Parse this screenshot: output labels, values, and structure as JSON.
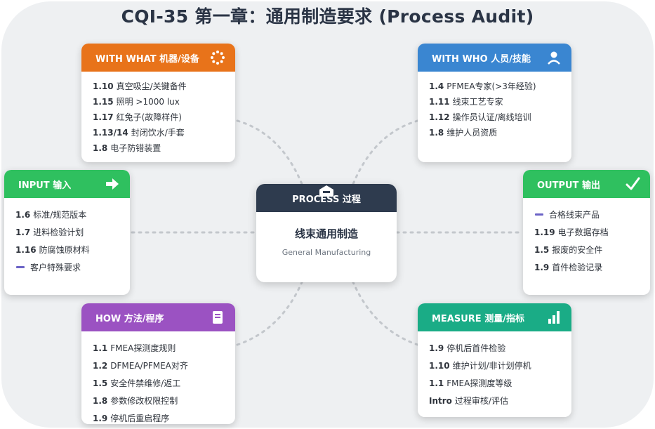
{
  "title": "CQI-35 第一章：通用制造要求 (Process Audit)",
  "center": {
    "header": "PROCESS 过程",
    "title": "线束通用制造",
    "subtitle": "General Manufacturing"
  },
  "with_what": {
    "header": "WITH WHAT 机器/设备",
    "icon": "loading-circle-icon",
    "items": [
      {
        "code": "1.10",
        "text": "真空吸尘/关键备件"
      },
      {
        "code": "1.15",
        "text": "照明 >1000 lux"
      },
      {
        "code": "1.17",
        "text": "红兔子(故障样件)"
      },
      {
        "code": "1.13/14",
        "text": "封闭饮水/手套"
      },
      {
        "code": "1.8",
        "text": "电子防错装置"
      }
    ]
  },
  "with_who": {
    "header": "WITH WHO 人员/技能",
    "icon": "person-icon",
    "items": [
      {
        "code": "1.4",
        "text": "PFMEA专家(>3年经验)"
      },
      {
        "code": "1.11",
        "text": "线束工艺专家"
      },
      {
        "code": "1.12",
        "text": "操作员认证/离线培训"
      },
      {
        "code": "1.8",
        "text": "维护人员资质"
      }
    ]
  },
  "input": {
    "header": "INPUT 输入",
    "icon": "arrow-right-icon",
    "items": [
      {
        "code": "1.6",
        "text": "标准/规范版本"
      },
      {
        "code": "1.7",
        "text": "进料检验计划"
      },
      {
        "code": "1.16",
        "text": "防腐蚀原材料"
      },
      {
        "code": "",
        "text": "客户特殊要求"
      }
    ]
  },
  "output": {
    "header": "OUTPUT 输出",
    "icon": "checkmark-icon",
    "items": [
      {
        "code": "",
        "text": "合格线束产品"
      },
      {
        "code": "1.19",
        "text": "电子数据存档"
      },
      {
        "code": "1.5",
        "text": "报废的安全件"
      },
      {
        "code": "1.9",
        "text": "首件检验记录"
      }
    ]
  },
  "how": {
    "header": "HOW 方法/程序",
    "icon": "clipboard-icon",
    "items": [
      {
        "code": "1.1",
        "text": "FMEA探测度规则"
      },
      {
        "code": "1.2",
        "text": "DFMEA/PFMEA对齐"
      },
      {
        "code": "1.5",
        "text": "安全件禁维修/返工"
      },
      {
        "code": "1.8",
        "text": "参数修改权限控制"
      },
      {
        "code": "1.9",
        "text": "停机后重启程序"
      }
    ]
  },
  "measure": {
    "header": "MEASURE 测量/指标",
    "icon": "bar-chart-icon",
    "items": [
      {
        "code": "1.9",
        "text": "停机后首件检验"
      },
      {
        "code": "1.10",
        "text": "维护计划/非计划停机"
      },
      {
        "code": "1.1",
        "text": "FMEA探测度等级"
      },
      {
        "code": "Intro",
        "text": "过程审核/评估"
      }
    ]
  },
  "colors": {
    "with_what": "#e8731a",
    "with_who": "#3a86d1",
    "input": "#2fc05f",
    "output": "#2fc05f",
    "how": "#9b52c2",
    "measure": "#1aac86",
    "center": "#2e3b4e"
  }
}
